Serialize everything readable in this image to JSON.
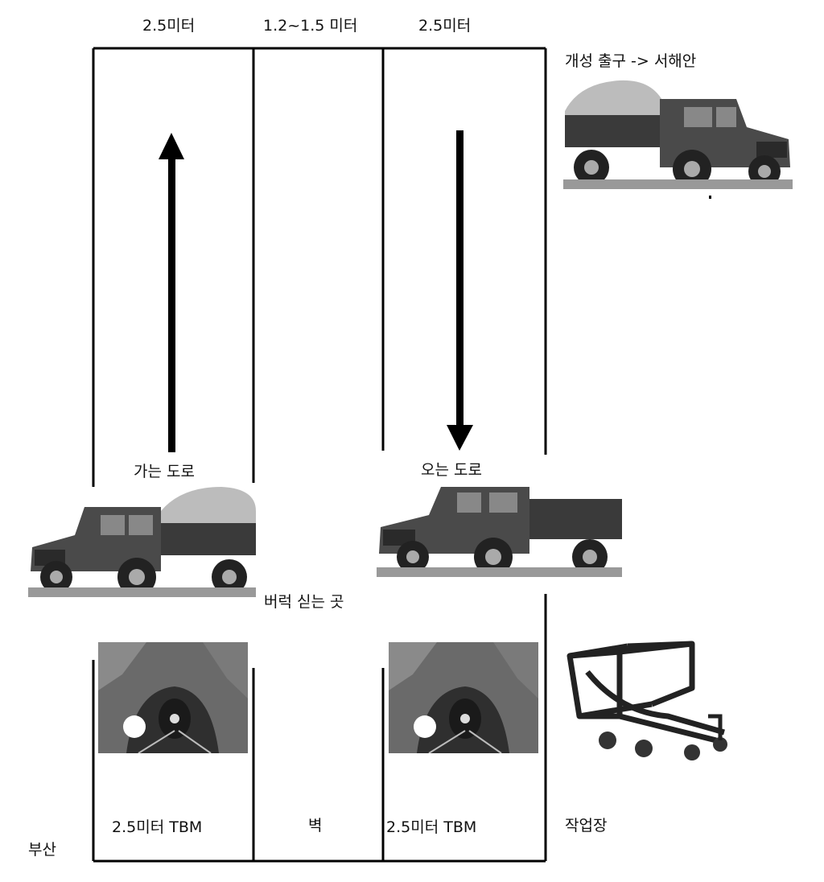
{
  "widths": {
    "left_lane": "2.5미터",
    "middle": "1.2~1.5 미터",
    "right_lane": "2.5미터"
  },
  "exit_label": "개성 출구 -> 서해안",
  "road_out": "가는 도로",
  "road_in": "오는 도로",
  "loading_area": "버럭 싣는 곳",
  "bottom": {
    "left_tbm": "2.5미터 TBM",
    "wall": "벽",
    "right_tbm": "2.5미터 TBM",
    "workshop": "작업장",
    "busan": "부산"
  },
  "colors": {
    "line": "#000000",
    "dust": "#bcbcbc",
    "truck_body": "#3a3a3a",
    "tunnel": "#4a4a4a"
  },
  "icons": [
    "truck-icon",
    "tunnel-icon",
    "mine-cart-icon",
    "up-arrow-icon",
    "down-arrow-icon"
  ]
}
